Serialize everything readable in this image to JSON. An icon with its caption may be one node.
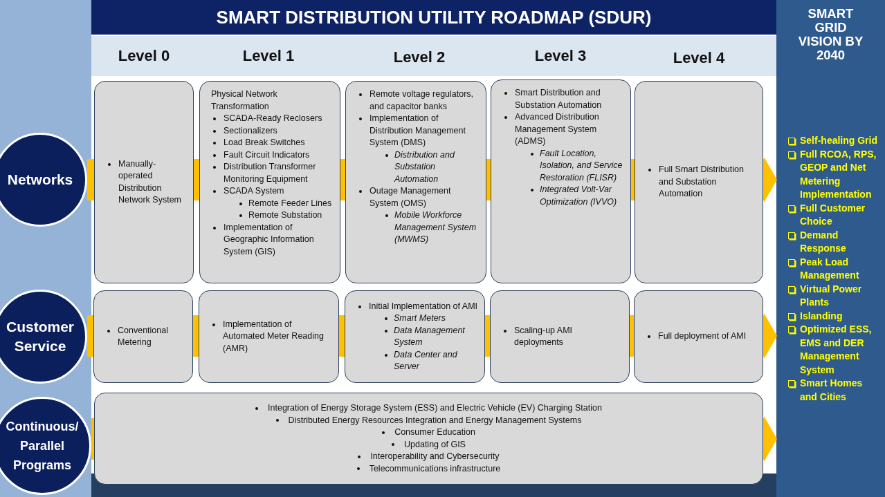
{
  "diagram": {
    "title": "SMART DISTRIBUTION UTILITY ROADMAP (SDUR)",
    "nodes": [
      {
        "text": [
          "Networks"
        ]
      },
      {
        "text": [
          "Manually-operated Distribution Network System"
        ]
      },
      {
        "text": [
          "Physical Network Transformation",
          "SCADA-Ready Reclosers",
          "Sectionalizers",
          "Load Break Switches",
          "Fault Circuit Indicators",
          "Distribution Transformer Monitoring Equipment",
          "SCADA System",
          "Remote Feeder Lines",
          "Remote Substation",
          "Implementation of Geographic Information System (GIS)"
        ]
      },
      {
        "text": [
          "Remote voltage regulators, and capacitor banks",
          "Implementation of Distribution Management System (DMS)",
          "Distribution and Substation Automation",
          "Outage Management System (OMS)",
          "Mobile Workforce Management System (MWMS)"
        ]
      },
      {
        "text": [
          "Smart Distribution and Substation Automation",
          "Advanced Distribution Management System (ADMS)",
          "Fault Location, Isolation, and Service Restoration (FLISR)",
          "Integrated Volt-Var Optimization (IVVO)"
        ]
      },
      {
        "text": [
          "Full Smart Distribution and Substation Automation"
        ]
      },
      {
        "text": [
          "Customer Service"
        ]
      },
      {
        "text": [
          "Conventional Metering"
        ]
      },
      {
        "text": [
          "Implementation of Automated Meter Reading (AMR)"
        ]
      },
      {
        "text": [
          "Initial Implementation of AMI",
          "Smart Meters",
          "Data Management System",
          "Data Center and Server"
        ]
      },
      {
        "text": [
          "Scaling-up AMI deployments"
        ]
      },
      {
        "text": [
          "Full deployment of AMI"
        ]
      },
      {
        "text": [
          "Continuous/ Parallel Programs"
        ]
      },
      {
        "text": [
          "Integration of Energy Storage System (ESS) and Electric Vehicle (EV) Charging Station",
          "Distributed Energy Resources Integration and Energy Management Systems",
          "Consumer Education",
          "Updating of GIS",
          "Interoperability and Cybersecurity",
          "Telecommunications infrastructure"
        ]
      },
      {
        "text": [
          "SMART GRID VISION BY 2040",
          "Self-healing Grid",
          "Full RCOA, RPS, GEOP and Net Metering Implementation",
          "Full Customer Choice",
          "Demand Response",
          "Peak Load Management",
          "Virtual Power Plants",
          "Islanding",
          "Optimized ESS, EMS and DER Management System",
          "Smart Homes and Cities"
        ]
      }
    ],
    "edges": [
      {
        "from": 0,
        "to": 1,
        "arrow": "none"
      },
      {
        "from": 1,
        "to": 2,
        "arrow": "none"
      },
      {
        "from": 2,
        "to": 3,
        "arrow": "none"
      },
      {
        "from": 3,
        "to": 4,
        "arrow": "none"
      },
      {
        "from": 4,
        "to": 5,
        "arrow": "none"
      },
      {
        "from": 5,
        "to": 14,
        "arrow": "to"
      },
      {
        "from": 6,
        "to": 7,
        "arrow": "none"
      },
      {
        "from": 7,
        "to": 8,
        "arrow": "none"
      },
      {
        "from": 8,
        "to": 9,
        "arrow": "none"
      },
      {
        "from": 9,
        "to": 10,
        "arrow": "none"
      },
      {
        "from": 10,
        "to": 11,
        "arrow": "none"
      },
      {
        "from": 11,
        "to": 14,
        "arrow": "to"
      },
      {
        "from": 12,
        "to": 13,
        "arrow": "none"
      },
      {
        "from": 13,
        "to": 14,
        "arrow": "to"
      }
    ],
    "labels": [
      "Level 0",
      "Level 1",
      "Level 2",
      "Level 3",
      "Level 4"
    ]
  }
}
